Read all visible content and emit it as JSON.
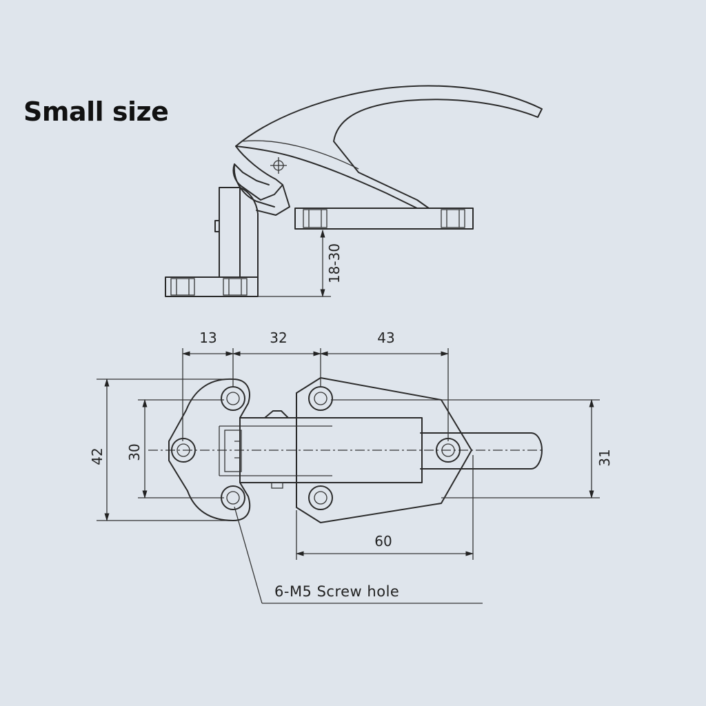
{
  "title": "Small size",
  "dimensions": {
    "height_range": "18-30",
    "dim_13": "13",
    "dim_32": "32",
    "dim_43": "43",
    "dim_42": "42",
    "dim_30": "30",
    "dim_31": "31",
    "dim_60": "60"
  },
  "callout": "6-M5 Screw hole",
  "colors": {
    "background": "#dfe5ec",
    "line": "#2a2a2a"
  }
}
